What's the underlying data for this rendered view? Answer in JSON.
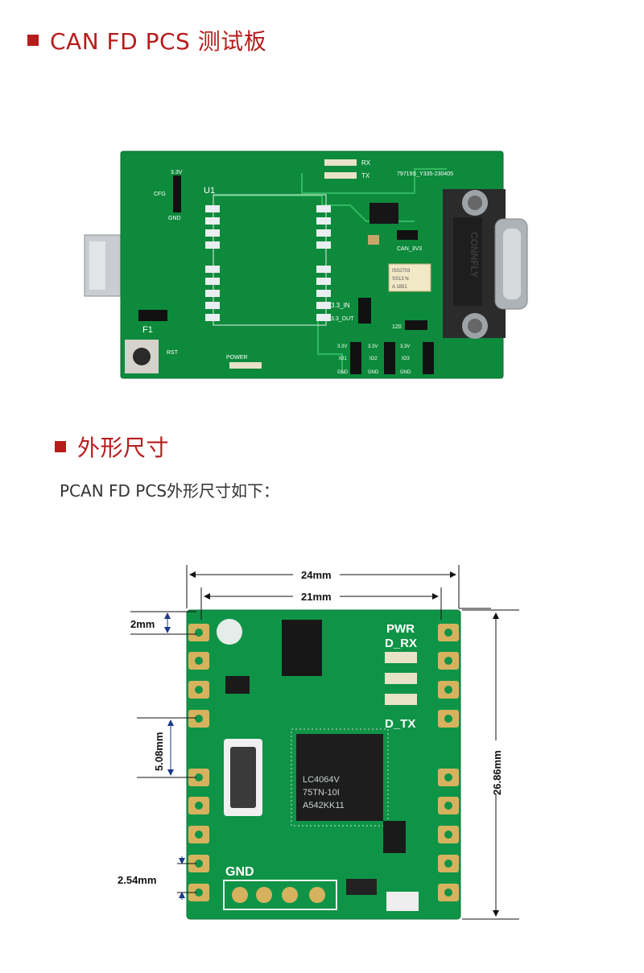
{
  "section1": {
    "title": "CAN FD PCS 测试板"
  },
  "board1": {
    "labels": {
      "rx": "RX",
      "tx": "TX",
      "serial": "79719S_Y335-230405",
      "v33": "3.3V",
      "cfg": "CFG",
      "gnd": "GND",
      "u1": "U1",
      "can_3v3": "CAN_3V3",
      "in33": "3.3_IN",
      "out33": "3.3_OUT",
      "f1": "F1",
      "rst": "RST",
      "power": "POWER",
      "r120": "120",
      "io1": "IO1",
      "io2": "IO2",
      "io3": "IO3",
      "chip_a": "IS02703",
      "chip_b": "SS13 N",
      "chip_c": "A 1851",
      "brand": "CONNFLY"
    }
  },
  "section2": {
    "title": "外形尺寸",
    "intro": "PCAN FD PCS外形尺寸如下："
  },
  "board2": {
    "dims": {
      "width_outer": "24mm",
      "width_inner": "21mm",
      "height": "26.86mm",
      "pin_top": "2mm",
      "pin_spacing_a": "5.08mm",
      "pin_spacing_b": "2.54mm"
    },
    "labels": {
      "pwr": "PWR",
      "d_rx": "D_RX",
      "d_tx": "D_TX",
      "gnd": "GND",
      "ic_line1": "LC4064V",
      "ic_line2": "75TN-10I",
      "ic_line3": "A542KK11"
    }
  }
}
